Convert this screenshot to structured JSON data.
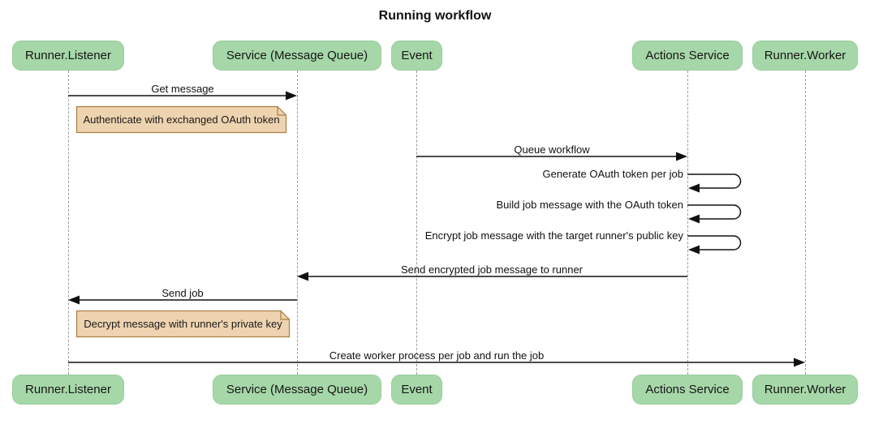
{
  "title": "Running workflow",
  "diagram_type": "sequence",
  "colors": {
    "actor_fill": "#a6d7a8",
    "actor_border": "#99cc9b",
    "note_fill": "#eed3b0",
    "note_border": "#aa7f44",
    "lifeline": "#9b9b9b",
    "arrow": "#111111",
    "background": "#ffffff"
  },
  "actors": [
    {
      "label": "Runner.Listener"
    },
    {
      "label": "Service (Message Queue)"
    },
    {
      "label": "Event"
    },
    {
      "label": "Actions Service"
    },
    {
      "label": "Runner.Worker"
    }
  ],
  "messages": [
    {
      "type": "message",
      "from": "Runner.Listener",
      "to": "Service (Message Queue)",
      "label": "Get message"
    },
    {
      "type": "note",
      "over": "Runner.Listener",
      "label": "Authenticate with exchanged OAuth token"
    },
    {
      "type": "message",
      "from": "Event",
      "to": "Actions Service",
      "label": "Queue workflow"
    },
    {
      "type": "self",
      "actor": "Actions Service",
      "label": "Generate OAuth token per job"
    },
    {
      "type": "self",
      "actor": "Actions Service",
      "label": "Build job message with the OAuth token"
    },
    {
      "type": "self",
      "actor": "Actions Service",
      "label": "Encrypt job message with the target runner's public key"
    },
    {
      "type": "message",
      "from": "Actions Service",
      "to": "Service (Message Queue)",
      "label": "Send encrypted job message to runner"
    },
    {
      "type": "message",
      "from": "Service (Message Queue)",
      "to": "Runner.Listener",
      "label": "Send job"
    },
    {
      "type": "note",
      "over": "Runner.Listener",
      "label": "Decrypt message with runner's private key"
    },
    {
      "type": "message",
      "from": "Runner.Listener",
      "to": "Runner.Worker",
      "label": "Create worker process per job and run the job"
    }
  ]
}
